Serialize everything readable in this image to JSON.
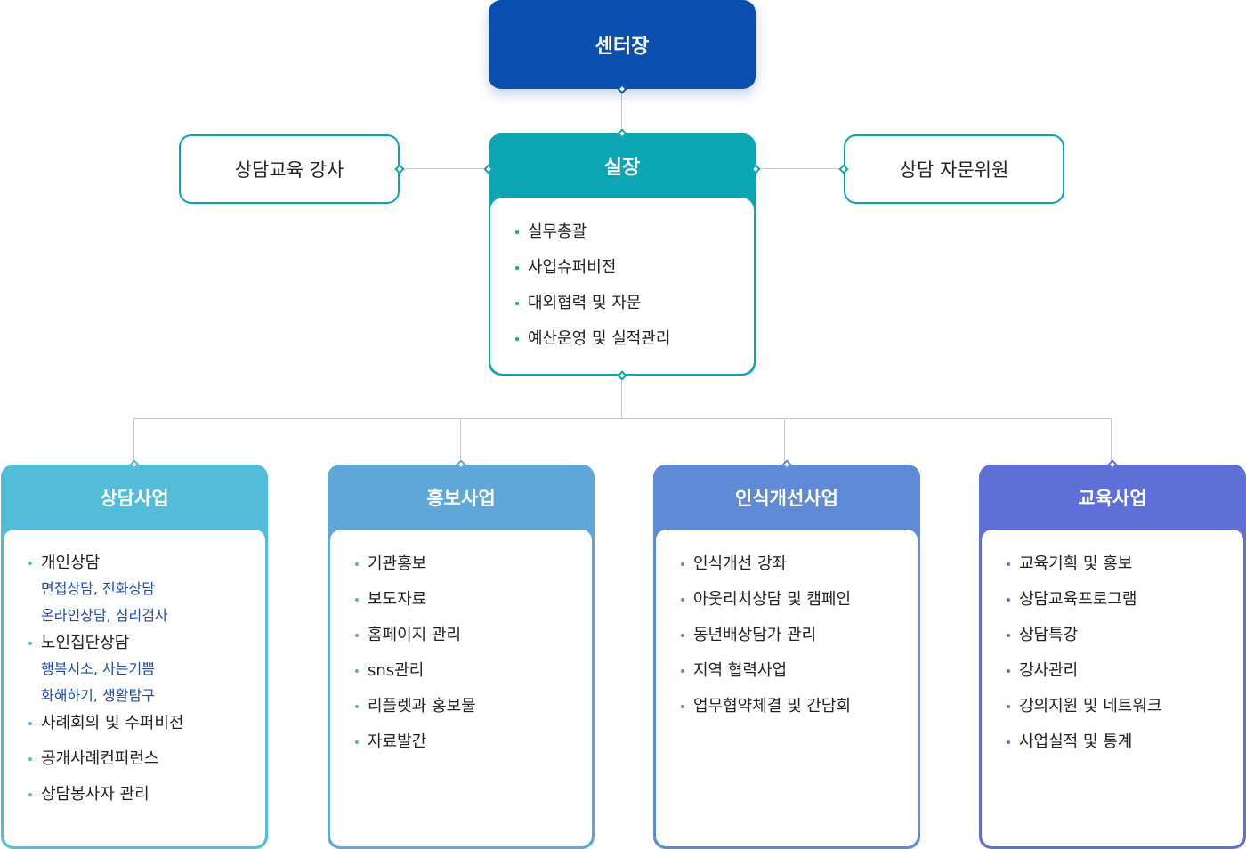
{
  "director": "센터장",
  "left_box": "상담교육 강사",
  "right_box": "상담 자문위원",
  "chief": {
    "title": "실장",
    "items": [
      "실무총괄",
      "사업슈퍼비전",
      "대외협력 및 자문",
      "예산운영 및 실적관리"
    ]
  },
  "departments": [
    {
      "title": "상담사업",
      "color": "#52bcd9",
      "items": [
        {
          "label": "개인상담",
          "sub": [
            "면접상담, 전화상담",
            "온라인상담, 심리검사"
          ]
        },
        {
          "label": "노인집단상담",
          "sub": [
            "행복시소, 사는기쁨",
            "화해하기, 생활탐구"
          ]
        },
        {
          "label": "사례회의 및 수퍼비전"
        },
        {
          "label": "공개사례컨퍼런스"
        },
        {
          "label": "상담봉사자 관리"
        }
      ]
    },
    {
      "title": "홍보사업",
      "color": "#5ea7d8",
      "items": [
        {
          "label": "기관홍보"
        },
        {
          "label": "보도자료"
        },
        {
          "label": "홈페이지 관리"
        },
        {
          "label": "sns관리"
        },
        {
          "label": "리플렛과 홍보물"
        },
        {
          "label": "자료발간"
        }
      ]
    },
    {
      "title": "인식개선사업",
      "color": "#5f8ad6",
      "items": [
        {
          "label": "인식개선 강좌"
        },
        {
          "label": "아웃리치상담 및 캠페인"
        },
        {
          "label": "동년배상담가 관리"
        },
        {
          "label": "지역 협력사업"
        },
        {
          "label": "업무협약체결 및 간담회"
        }
      ]
    },
    {
      "title": "교육사업",
      "color": "#5e6fd8",
      "items": [
        {
          "label": "교육기획 및 홍보"
        },
        {
          "label": "상담교육프로그램"
        },
        {
          "label": "상담특강"
        },
        {
          "label": "강사관리"
        },
        {
          "label": "강의지원 및 네트워크"
        },
        {
          "label": "사업실적 및 통계"
        }
      ]
    }
  ]
}
